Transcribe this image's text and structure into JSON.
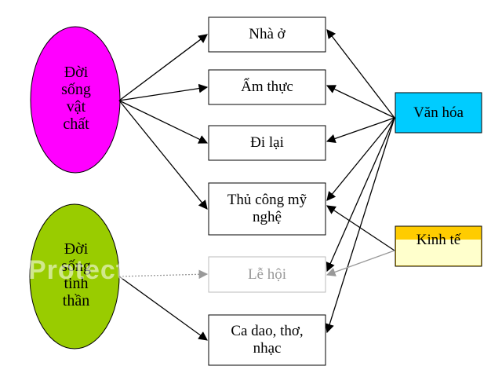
{
  "colors": {
    "material": "#ff00ff",
    "spiritual": "#99cc00",
    "culture": "#00ccff",
    "economy": "#ffcc00",
    "faded_economy": "#ffffcc",
    "stroke": "#000000",
    "faded": "#aaaaaa"
  },
  "nodes": {
    "housing": "Nhà ở",
    "cuisine": "Ẩm thực",
    "travel": "Đi lại",
    "handicraft_line1": "Thủ công mỹ",
    "handicraft_line2": "nghệ",
    "festival": "Lễ hội",
    "folk_line1": "Ca dao, thơ,",
    "folk_line2": "nhạc",
    "culture": "Văn hóa",
    "economy": "Kinh tế",
    "material_line1": "Đời",
    "material_line2": "sống",
    "material_line3": "vật",
    "material_line4": "chất",
    "spiritual_line1": "Đời",
    "spiritual_line2": "sống",
    "spiritual_line3": "tinh",
    "spiritual_line4": "thần"
  },
  "watermark": "Protect"
}
